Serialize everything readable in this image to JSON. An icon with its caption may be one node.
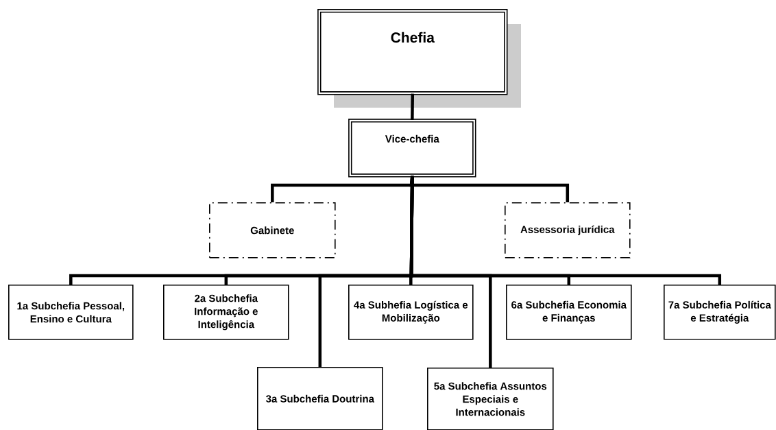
{
  "diagram": {
    "nodes": [
      {
        "text": [
          "Chefia"
        ]
      },
      {
        "text": [
          "Vice-chefia"
        ]
      },
      {
        "text": [
          "Gabinete"
        ]
      },
      {
        "text": [
          "Assessoria jurídica"
        ]
      },
      {
        "text": [
          "1a Subchefia Pessoal, Ensino e Cultura"
        ]
      },
      {
        "text": [
          "2a Subchefia Informação e Inteligência"
        ]
      },
      {
        "text": [
          "4a Subhefia Logística e Mobilização"
        ]
      },
      {
        "text": [
          "6a Subchefia Economia e Finanças"
        ]
      },
      {
        "text": [
          "7a Subchefia Política e Estratégia"
        ]
      },
      {
        "text": [
          "3a Subchefia Doutrina"
        ]
      },
      {
        "text": [
          "5a Subchefia Assuntos Especiais e Internacionais"
        ]
      }
    ],
    "edges": [
      {
        "from": 0,
        "to": 1,
        "arrow": "none"
      },
      {
        "from": 1,
        "to": 2,
        "arrow": "none"
      },
      {
        "from": 1,
        "to": 3,
        "arrow": "none"
      },
      {
        "from": 1,
        "to": 4,
        "arrow": "none"
      },
      {
        "from": 1,
        "to": 5,
        "arrow": "none"
      },
      {
        "from": 1,
        "to": 6,
        "arrow": "none"
      },
      {
        "from": 1,
        "to": 7,
        "arrow": "none"
      },
      {
        "from": 1,
        "to": 8,
        "arrow": "none"
      },
      {
        "from": 1,
        "to": 9,
        "arrow": "none"
      },
      {
        "from": 1,
        "to": 10,
        "arrow": "none"
      }
    ]
  }
}
